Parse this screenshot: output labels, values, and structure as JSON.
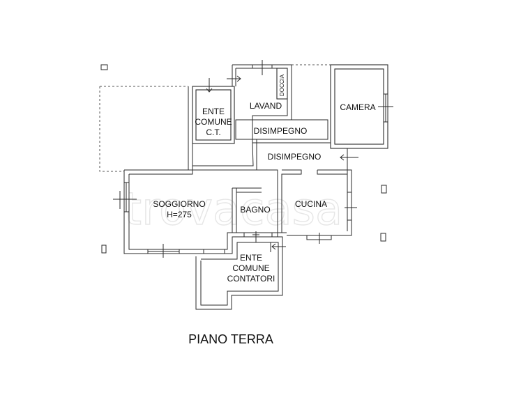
{
  "watermark": "trovacasa",
  "title": "PIANO TERRA",
  "rooms": {
    "ente_ct": [
      "ENTE",
      "COMUNE",
      "C.T."
    ],
    "lavand": "LAVAND",
    "doccia": "DOCCIA",
    "camera": "CAMERA",
    "disimpegno_1": "DISIMPEGNO",
    "disimpegno_2": "DISIMPEGNO",
    "soggiorno": [
      "SOGGIORNO",
      "H=275"
    ],
    "bagno": "BAGNO",
    "cucina": "CUCINA",
    "ente_contatori": [
      "ENTE",
      "COMUNE",
      "CONTATORI"
    ]
  }
}
